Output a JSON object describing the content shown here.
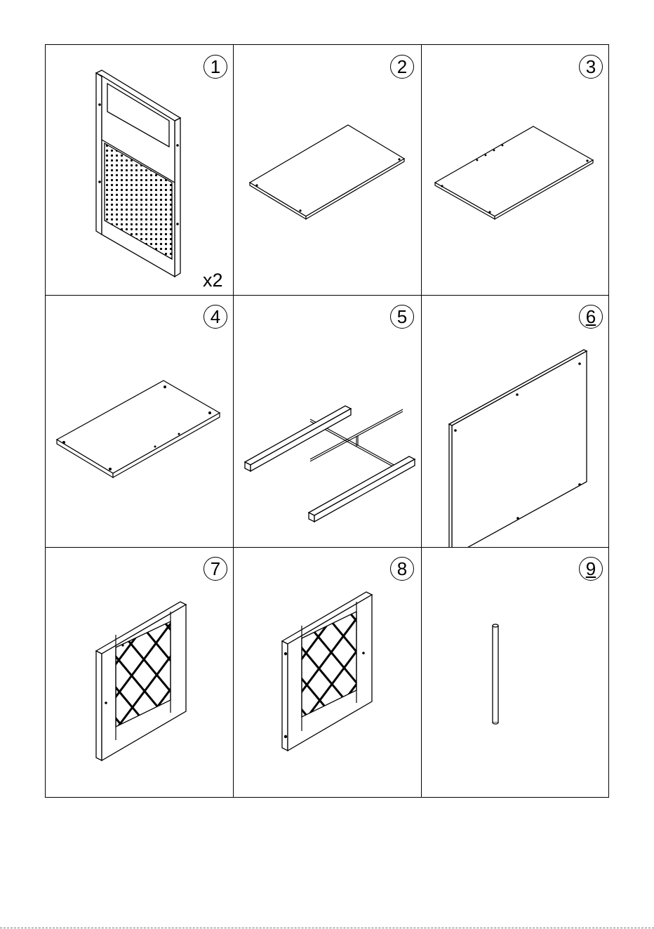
{
  "sheet": {
    "parts": [
      {
        "number": "1",
        "underlined": false,
        "quantity": "x2",
        "icon": "side-panel-perforated-icon"
      },
      {
        "number": "2",
        "underlined": false,
        "quantity": "",
        "icon": "top-board-icon"
      },
      {
        "number": "3",
        "underlined": false,
        "quantity": "",
        "icon": "shelf-board-icon"
      },
      {
        "number": "4",
        "underlined": false,
        "quantity": "",
        "icon": "bottom-board-icon"
      },
      {
        "number": "5",
        "underlined": false,
        "quantity": "",
        "icon": "base-frame-icon"
      },
      {
        "number": "6",
        "underlined": true,
        "quantity": "",
        "icon": "back-panel-icon"
      },
      {
        "number": "7",
        "underlined": false,
        "quantity": "",
        "icon": "lattice-door-left-icon"
      },
      {
        "number": "8",
        "underlined": false,
        "quantity": "",
        "icon": "lattice-door-right-icon"
      },
      {
        "number": "9",
        "underlined": true,
        "quantity": "",
        "icon": "rod-icon"
      }
    ]
  },
  "colors": {
    "line": "#000000",
    "background": "#ffffff"
  }
}
